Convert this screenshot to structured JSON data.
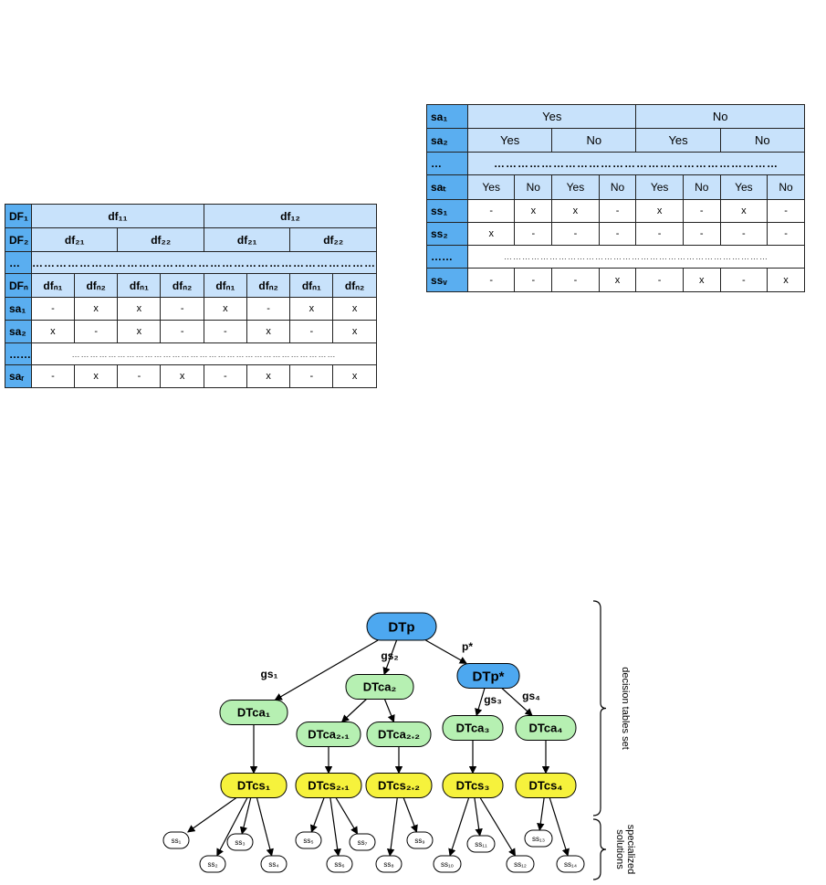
{
  "table1": {
    "headers": [
      "DF₁",
      "DF₂",
      "…",
      "DFₙ"
    ],
    "level1": [
      "df₁₁",
      "df₁₂"
    ],
    "level2": [
      "df₂₁",
      "df₂₂",
      "df₂₁",
      "df₂₂"
    ],
    "dots": "……………………………………………………………………………",
    "leaf": [
      "dfₙ₁",
      "dfₙ₂",
      "dfₙ₁",
      "dfₙ₂",
      "dfₙ₁",
      "dfₙ₂",
      "dfₙ₁",
      "dfₙ₂"
    ],
    "rows": [
      {
        "label": "sa₁",
        "cells": [
          "-",
          "x",
          "x",
          "-",
          "x",
          "-",
          "x",
          "x"
        ]
      },
      {
        "label": "sa₂",
        "cells": [
          "x",
          "-",
          "x",
          "-",
          "-",
          "x",
          "-",
          "x"
        ]
      },
      {
        "label": "……",
        "dots": "……………………………………………………………………………"
      },
      {
        "label": "saᵣ",
        "cells": [
          "-",
          "x",
          "-",
          "x",
          "-",
          "x",
          "-",
          "x"
        ]
      }
    ]
  },
  "table2": {
    "headers": [
      "sa₁",
      "sa₂",
      "…",
      "saₜ"
    ],
    "level1": [
      "Yes",
      "No"
    ],
    "level2": [
      "Yes",
      "No",
      "Yes",
      "No"
    ],
    "dots": "………………………………………………………………",
    "leaf": [
      "Yes",
      "No",
      "Yes",
      "No",
      "Yes",
      "No",
      "Yes",
      "No"
    ],
    "rows": [
      {
        "label": "ss₁",
        "cells": [
          "-",
          "x",
          "x",
          "-",
          "x",
          "-",
          "x",
          "-"
        ]
      },
      {
        "label": "ss₂",
        "cells": [
          "x",
          "-",
          "-",
          "-",
          "-",
          "-",
          "-",
          "-"
        ]
      },
      {
        "label": "……",
        "dots": "……………………………………………………………………………"
      },
      {
        "label": "ssᵥ",
        "cells": [
          "-",
          "-",
          "-",
          "x",
          "-",
          "x",
          "-",
          "x"
        ]
      }
    ]
  },
  "tree": {
    "colors": {
      "blue": "#4da8f0",
      "green": "#b6f0b2",
      "yellow": "#f6f23c",
      "white": "#ffffff"
    },
    "nodes": [
      {
        "id": "dtp",
        "label": "DTp",
        "color": "blue"
      },
      {
        "id": "dtca1",
        "label": "DTca₁",
        "color": "green"
      },
      {
        "id": "dtca2",
        "label": "DTca₂",
        "color": "green"
      },
      {
        "id": "dtpstar",
        "label": "DTp*",
        "color": "blue"
      },
      {
        "id": "dtca21",
        "label": "DTca₂.₁",
        "color": "green"
      },
      {
        "id": "dtca22",
        "label": "DTca₂.₂",
        "color": "green"
      },
      {
        "id": "dtca3",
        "label": "DTca₃",
        "color": "green"
      },
      {
        "id": "dtca4",
        "label": "DTca₄",
        "color": "green"
      },
      {
        "id": "dtcs1",
        "label": "DTcs₁",
        "color": "yellow"
      },
      {
        "id": "dtcs21",
        "label": "DTcs₂.₁",
        "color": "yellow"
      },
      {
        "id": "dtcs22",
        "label": "DTcs₂.₂",
        "color": "yellow"
      },
      {
        "id": "dtcs3",
        "label": "DTcs₃",
        "color": "yellow"
      },
      {
        "id": "dtcs4",
        "label": "DTcs₄",
        "color": "yellow"
      },
      {
        "id": "ss1",
        "label": "ss₁",
        "color": "white"
      },
      {
        "id": "ss2",
        "label": "ss₂",
        "color": "white"
      },
      {
        "id": "ss3",
        "label": "ss₃",
        "color": "white"
      },
      {
        "id": "ss4",
        "label": "ss₄",
        "color": "white"
      },
      {
        "id": "ss5",
        "label": "ss₅",
        "color": "white"
      },
      {
        "id": "ss6",
        "label": "ss₆",
        "color": "white"
      },
      {
        "id": "ss7",
        "label": "ss₇",
        "color": "white"
      },
      {
        "id": "ss8",
        "label": "ss₈",
        "color": "white"
      },
      {
        "id": "ss9",
        "label": "ss₉",
        "color": "white"
      },
      {
        "id": "ss10",
        "label": "ss₁₀",
        "color": "white"
      },
      {
        "id": "ss11",
        "label": "ss₁₁",
        "color": "white"
      },
      {
        "id": "ss12",
        "label": "ss₁₂",
        "color": "white"
      },
      {
        "id": "ss13",
        "label": "ss₁₃",
        "color": "white"
      },
      {
        "id": "ss14",
        "label": "ss₁₄",
        "color": "white"
      }
    ],
    "edges": [
      {
        "from": "dtp",
        "to": "dtca1",
        "label": "gs₁"
      },
      {
        "from": "dtp",
        "to": "dtca2",
        "label": "gs₂"
      },
      {
        "from": "dtp",
        "to": "dtpstar",
        "label": "p*"
      },
      {
        "from": "dtpstar",
        "to": "dtca3",
        "label": "gs₃"
      },
      {
        "from": "dtpstar",
        "to": "dtca4",
        "label": "gs₄"
      },
      {
        "from": "dtca2",
        "to": "dtca21",
        "label": ""
      },
      {
        "from": "dtca2",
        "to": "dtca22",
        "label": ""
      },
      {
        "from": "dtca1",
        "to": "dtcs1",
        "label": ""
      },
      {
        "from": "dtca21",
        "to": "dtcs21",
        "label": ""
      },
      {
        "from": "dtca22",
        "to": "dtcs22",
        "label": ""
      },
      {
        "from": "dtca3",
        "to": "dtcs3",
        "label": ""
      },
      {
        "from": "dtca4",
        "to": "dtcs4",
        "label": ""
      },
      {
        "from": "dtcs1",
        "to": "ss1",
        "label": ""
      },
      {
        "from": "dtcs1",
        "to": "ss2",
        "label": ""
      },
      {
        "from": "dtcs1",
        "to": "ss3",
        "label": ""
      },
      {
        "from": "dtcs1",
        "to": "ss4",
        "label": ""
      },
      {
        "from": "dtcs21",
        "to": "ss5",
        "label": ""
      },
      {
        "from": "dtcs21",
        "to": "ss6",
        "label": ""
      },
      {
        "from": "dtcs21",
        "to": "ss7",
        "label": ""
      },
      {
        "from": "dtcs22",
        "to": "ss8",
        "label": ""
      },
      {
        "from": "dtcs22",
        "to": "ss9",
        "label": ""
      },
      {
        "from": "dtcs3",
        "to": "ss10",
        "label": ""
      },
      {
        "from": "dtcs3",
        "to": "ss11",
        "label": ""
      },
      {
        "from": "dtcs3",
        "to": "ss12",
        "label": ""
      },
      {
        "from": "dtcs4",
        "to": "ss13",
        "label": ""
      },
      {
        "from": "dtcs4",
        "to": "ss14",
        "label": ""
      }
    ],
    "braces": [
      {
        "label": "decision tables set"
      },
      {
        "label": "specialized solutions"
      }
    ]
  }
}
